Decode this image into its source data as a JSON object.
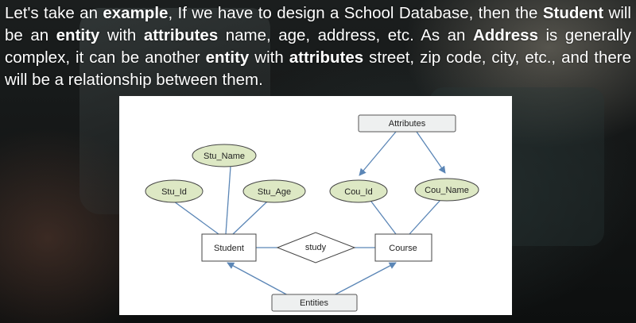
{
  "paragraph": {
    "s1": "Let's take an ",
    "b1": "example",
    "s2": ", If we have to design a School Database, then the ",
    "b2": "Student",
    "s3": " will be an ",
    "b3": "entity",
    "s4": " with ",
    "b4": "attributes",
    "s5": " name, age, address, etc. As an ",
    "b5": "Address",
    "s6": " is generally complex, it can be another ",
    "b6": "entity",
    "s7": " with ",
    "b7": "attributes",
    "s8": " street, zip code, city, etc., and there will be a relationship between them."
  },
  "diagram": {
    "labels": {
      "attributes": "Attributes",
      "entities": "Entities",
      "stu_name": "Stu_Name",
      "stu_id": "Stu_Id",
      "stu_age": "Stu_Age",
      "cou_id": "Cou_Id",
      "cou_name": "Cou_Name",
      "student": "Student",
      "course": "Course",
      "study": "study"
    },
    "colors": {
      "attribute_fill": "#dde8c4",
      "label_box_fill": "#eef0f0",
      "arrow": "#5b86b6",
      "outline": "#333333"
    }
  }
}
